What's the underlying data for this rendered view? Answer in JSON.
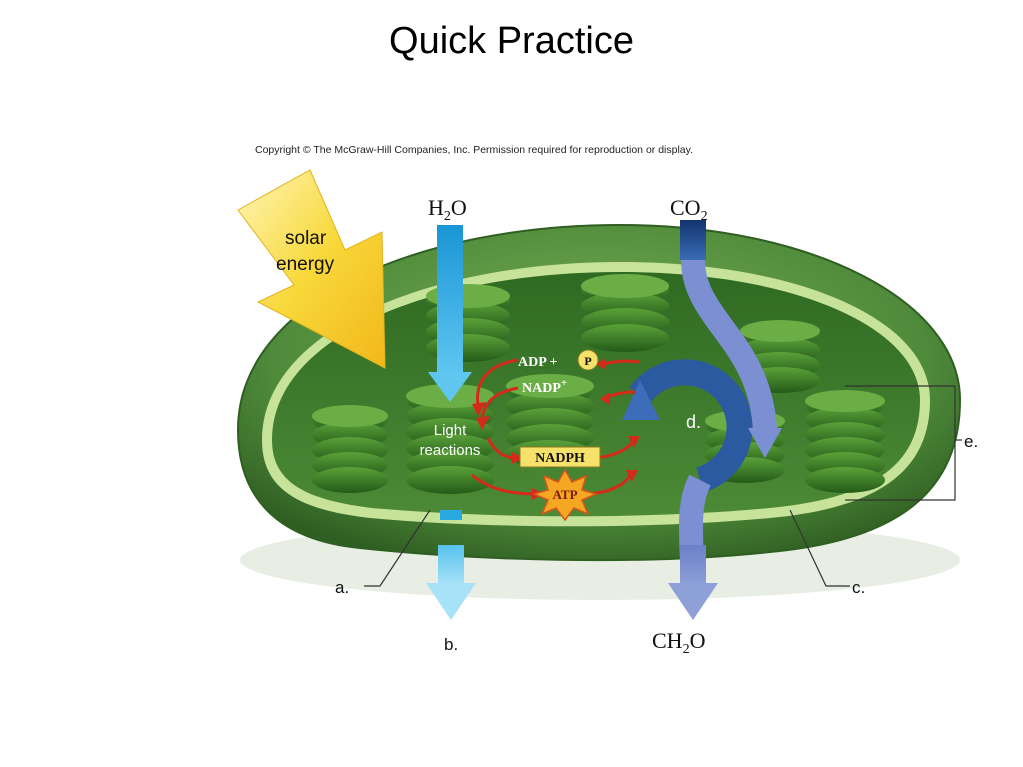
{
  "slide": {
    "title": "Quick Practice"
  },
  "figure": {
    "copyright": "Copyright © The McGraw-Hill Companies, Inc. Permission required for reproduction or display.",
    "inputs": {
      "water_main": "H",
      "water_sub": "2",
      "water_tail": "O",
      "co2_main": "CO",
      "co2_sub": "2"
    },
    "solar": {
      "line1": "solar",
      "line2": "energy"
    },
    "light_reactions": {
      "line1": "Light",
      "line2": "reactions"
    },
    "molecules": {
      "adp": "ADP +",
      "phosphate": "P",
      "nadp_main": "NADP",
      "nadp_sup": "+",
      "nadph": "NADPH",
      "atp": "ATP"
    },
    "output": {
      "ch2o_main": "CH",
      "ch2o_sub": "2",
      "ch2o_tail": "O"
    },
    "labels": {
      "a": "a.",
      "b": "b.",
      "c": "c.",
      "d": "d.",
      "e": "e."
    },
    "colors": {
      "outer_green": "#4e8a3a",
      "inner_stroma": "#3f7a2e",
      "membrane": "#c7e39a",
      "water_arrow": "#2aa8e0",
      "co2_arrow": "#1f4a8a",
      "calvin_cycle": "#2c5aa0",
      "solar_arrow": "#f4cf2a",
      "reaction_arrow": "#d42a1a",
      "nadph_box": "#f6e26a"
    }
  }
}
